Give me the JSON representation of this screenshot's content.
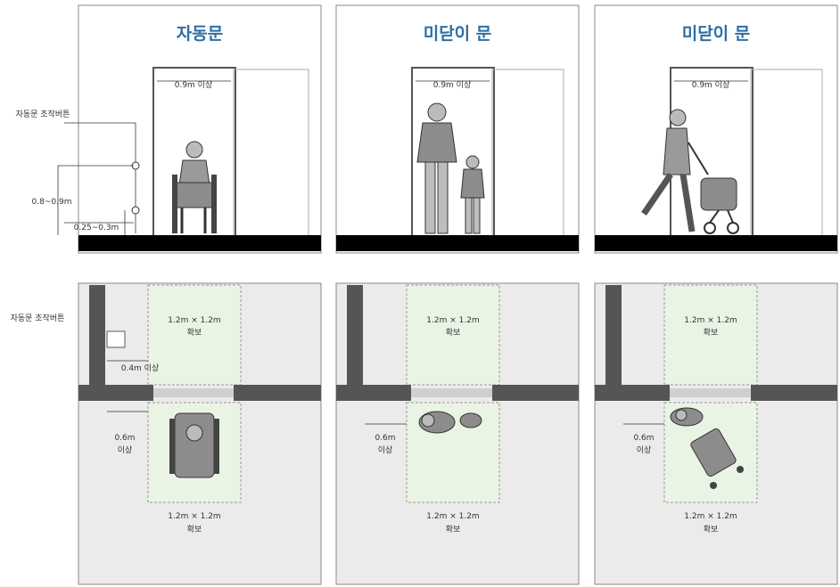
{
  "colors": {
    "title": "#2d6fa6",
    "floor": "#000000",
    "wall": "#555555",
    "clear_zone": "#eaf4e4",
    "plan_bg": "#ebebeb"
  },
  "elevations": [
    {
      "title": "자동문",
      "door_width": "0.9m 이상"
    },
    {
      "title": "미닫이 문",
      "door_width": "0.9m 이상"
    },
    {
      "title": "미닫이 문",
      "door_width": "0.9m 이상"
    }
  ],
  "elevation_dims": {
    "control_button": "자동문 조작버튼",
    "button_height": "0.8~0.9m",
    "button_offset": "0.25~0.3m"
  },
  "plans": [
    {
      "top_zone": "1.2m × 1.2m",
      "top_zone_sub": "확보",
      "side": "0.6m",
      "side_sub": "이상",
      "bottom_zone": "1.2m × 1.2m",
      "bottom_zone_sub": "확보"
    },
    {
      "top_zone": "1.2m × 1.2m",
      "top_zone_sub": "확보",
      "side": "0.6m",
      "side_sub": "이상",
      "bottom_zone": "1.2m × 1.2m",
      "bottom_zone_sub": "확보"
    },
    {
      "top_zone": "1.2m × 1.2m",
      "top_zone_sub": "확보",
      "side": "0.6m",
      "side_sub": "이상",
      "bottom_zone": "1.2m × 1.2m",
      "bottom_zone_sub": "확보"
    }
  ],
  "plan_dims": {
    "control_button": "자동문 조작버튼",
    "button_clearance": "0.4m 이상"
  },
  "icons": [
    "wheelchair-user-icon",
    "man-and-child-icon",
    "woman-with-stroller-icon"
  ]
}
